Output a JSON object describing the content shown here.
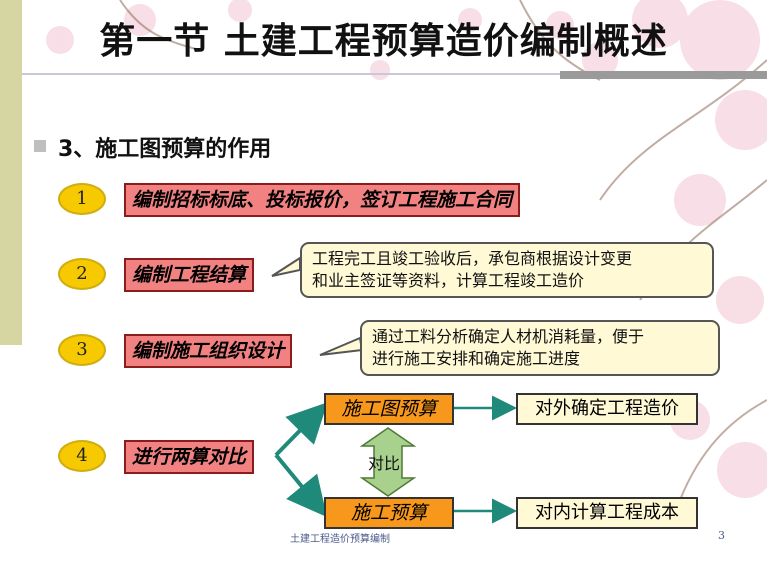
{
  "title": "第一节 土建工程预算造价编制概述",
  "subtitle": "3、施工图预算的作用",
  "items": [
    {
      "num": "1",
      "label": "编制招标标底、投标报价，签订工程施工合同"
    },
    {
      "num": "2",
      "label": "编制工程结算",
      "callout_line1": "工程完工且竣工验收后，承包商根据设计变更",
      "callout_line2": "和业主签证等资料，计算工程竣工造价"
    },
    {
      "num": "3",
      "label": "编制施工组织设计",
      "callout_line1": "通过工料分析确定人材机消耗量，便于",
      "callout_line2": "进行施工安排和确定施工进度"
    },
    {
      "num": "4",
      "label": "进行两算对比"
    }
  ],
  "compare": {
    "top_box": "施工图预算",
    "bottom_box": "施工预算",
    "middle_label": "对比",
    "top_target": "对外确定工程造价",
    "bottom_target": "对内计算工程成本"
  },
  "footer": "土建工程造价预算编制",
  "page_number": "3",
  "colors": {
    "number_badge": "#f6c900",
    "red_box": "#f28282",
    "orange_box": "#f7981d",
    "callout_fill": "#fff9d6",
    "teal_arrow": "#1f8a7a",
    "double_arrow": "#a9d18e"
  }
}
